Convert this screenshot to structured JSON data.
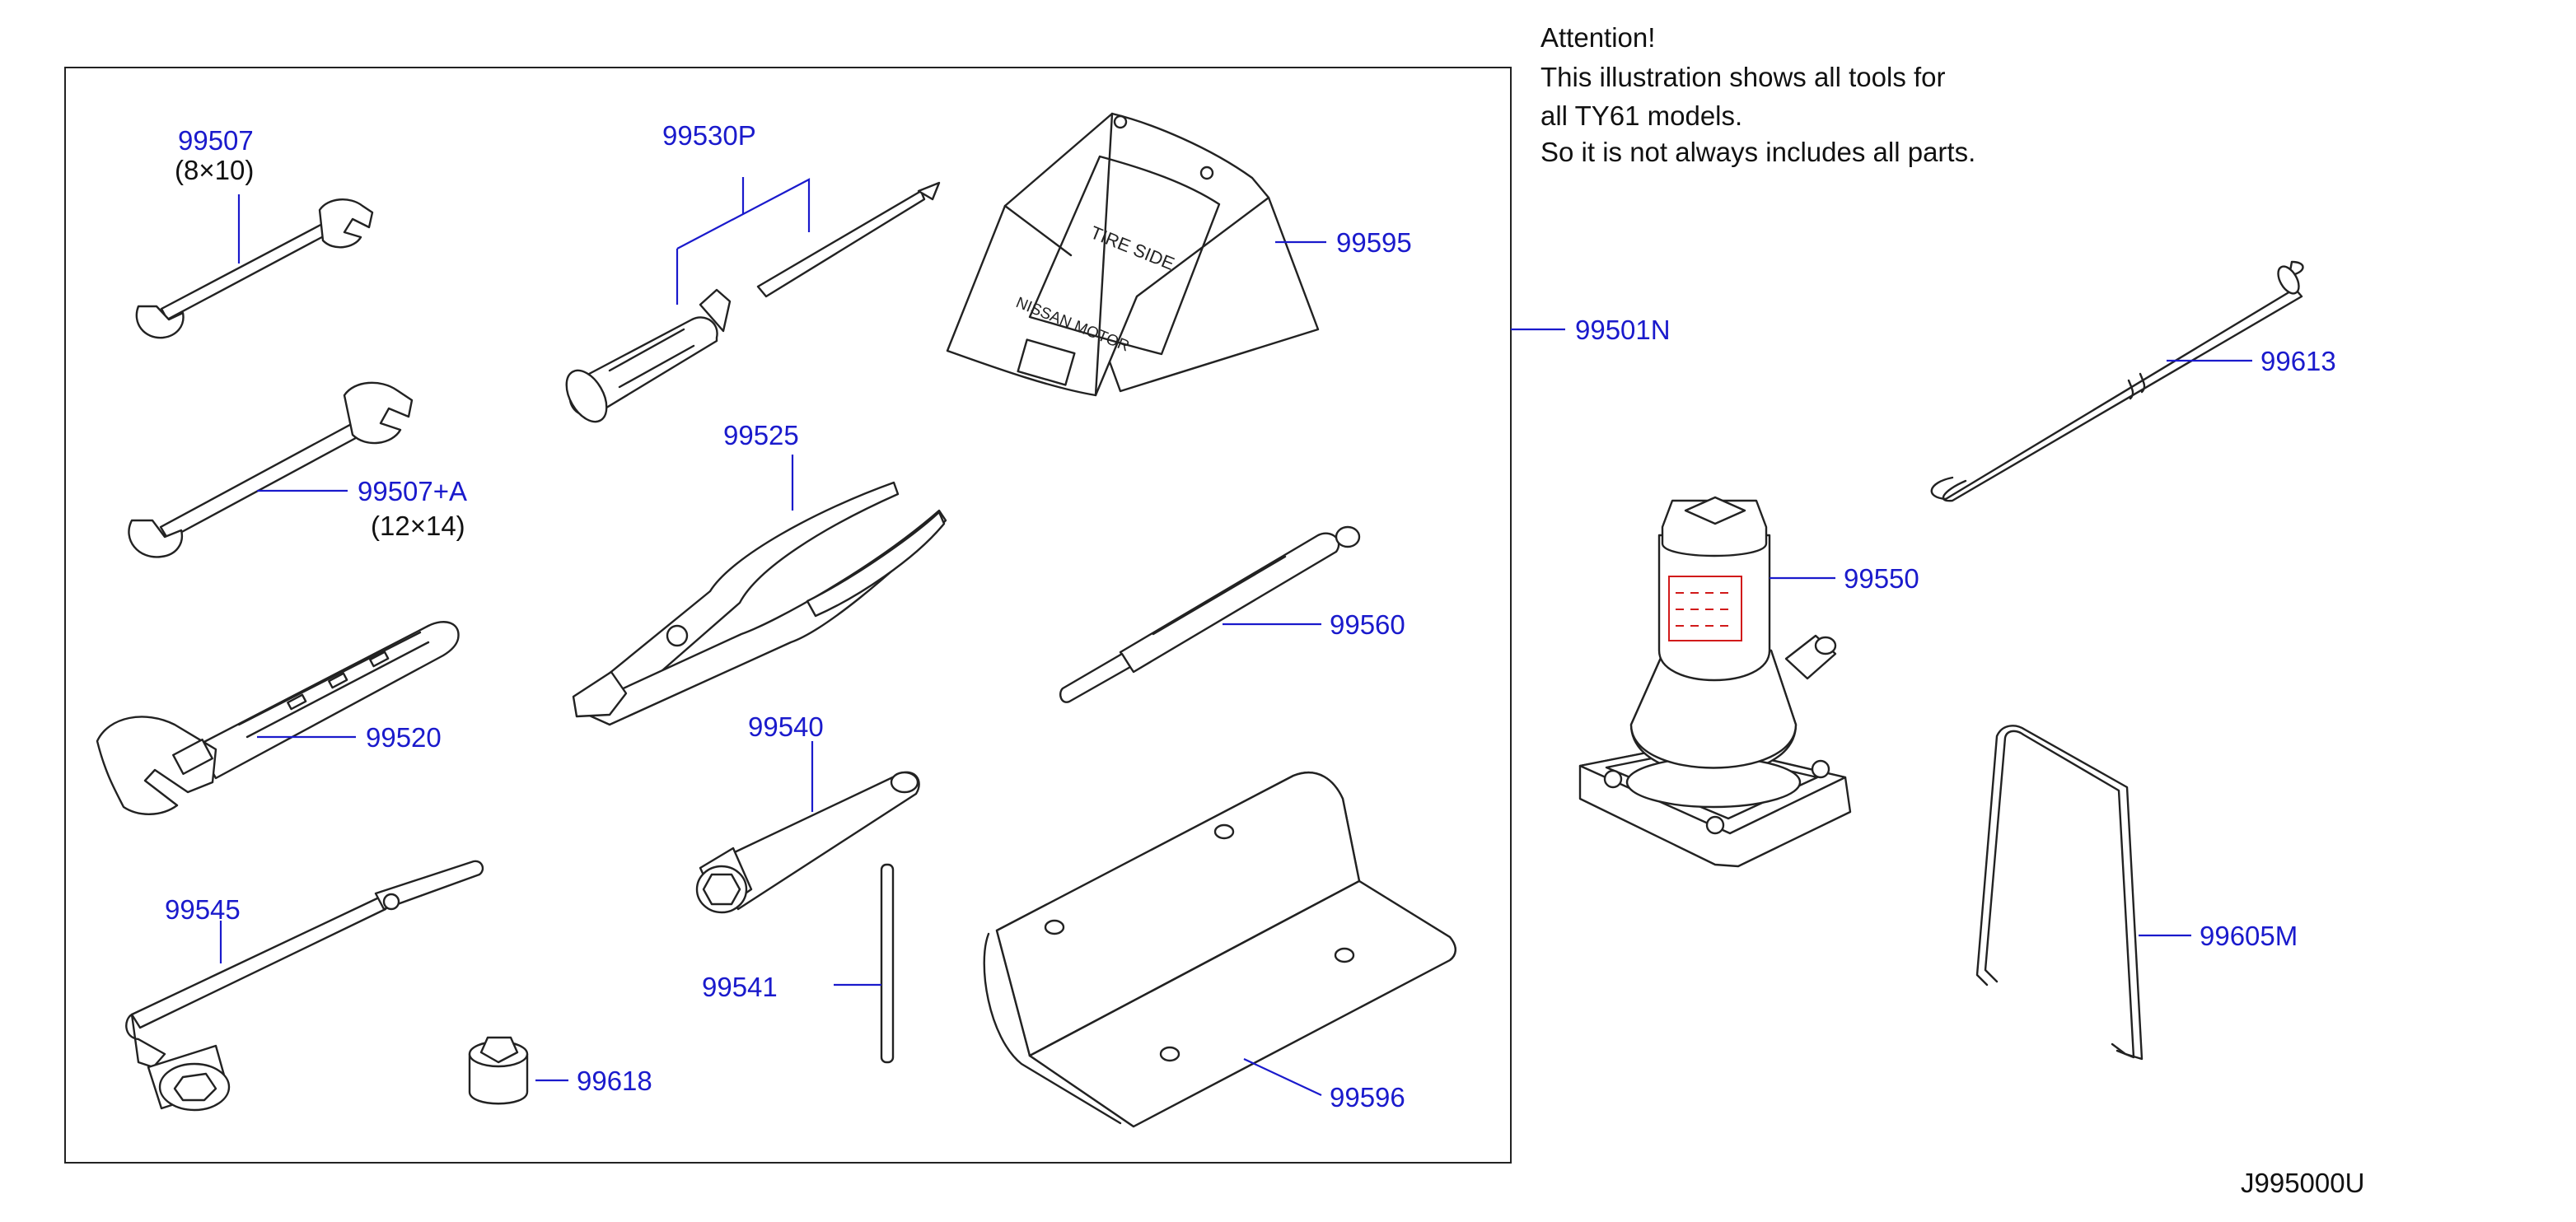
{
  "attention": {
    "heading": "Attention!",
    "line1": "This  illustration  shows  all  tools  for",
    "line2": "all  TY61  models.",
    "line3": "So  it  is  not  always  includes  all  parts."
  },
  "diagram_code": "J995000U",
  "parts": {
    "p99507": "99507",
    "p99507_size": "(8×10)",
    "p99507A": "99507+A",
    "p99507A_size": "(12×14)",
    "p99520": "99520",
    "p99545": "99545",
    "p99618": "99618",
    "p99530P": "99530P",
    "p99525": "99525",
    "p99540": "99540",
    "p99541": "99541",
    "p99595": "99595",
    "p99560": "99560",
    "p99596": "99596",
    "p99501N": "99501N",
    "p99613": "99613",
    "p99550": "99550",
    "p99605M": "99605M"
  },
  "chock_text": {
    "tire_side": "TIRE SIDE",
    "brand": "NISSAN MOTOR"
  },
  "colors": {
    "part_number": "#1a1acc",
    "line_art": "#222222",
    "jack_label": "#d11a1a",
    "background": "#ffffff"
  }
}
